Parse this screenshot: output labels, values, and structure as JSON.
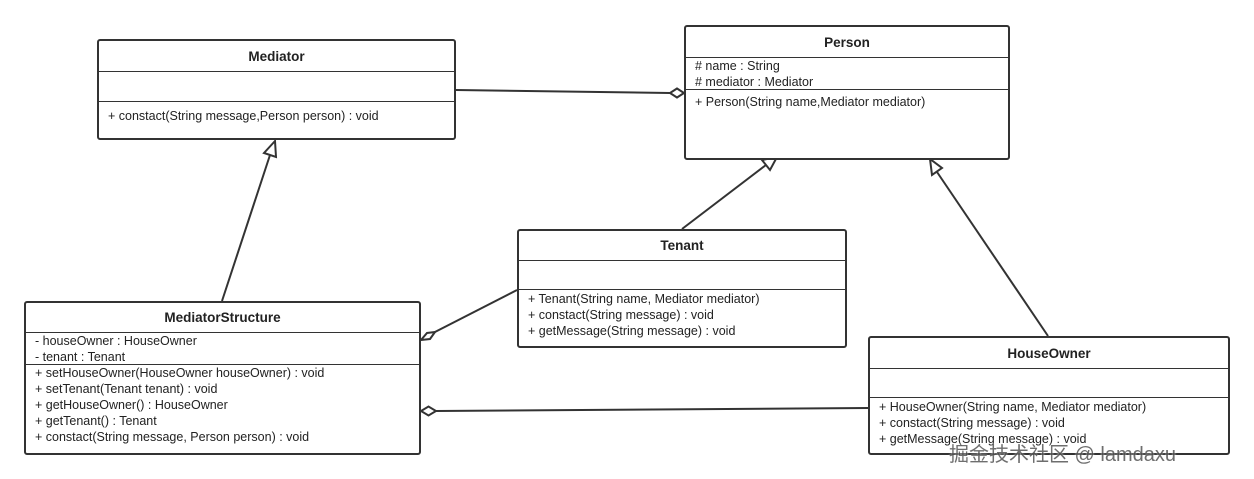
{
  "classes": {
    "mediator": {
      "name": "Mediator",
      "attributes": [],
      "methods": [
        "+ constact(String message,Person person) : void"
      ]
    },
    "person": {
      "name": "Person",
      "attributes": [
        "# name : String",
        "# mediator : Mediator"
      ],
      "methods": [
        "+ Person(String name,Mediator mediator)"
      ]
    },
    "tenant": {
      "name": "Tenant",
      "attributes": [],
      "methods": [
        "+ Tenant(String name, Mediator mediator)",
        "+ constact(String message) : void",
        "+ getMessage(String message) : void"
      ]
    },
    "mediator_structure": {
      "name": "MediatorStructure",
      "attributes": [
        "- houseOwner : HouseOwner",
        "- tenant : Tenant"
      ],
      "methods": [
        "+ setHouseOwner(HouseOwner houseOwner) : void",
        "+ setTenant(Tenant tenant) : void",
        "+ getHouseOwner() : HouseOwner",
        "+ getTenant() : Tenant",
        "+ constact(String message, Person person) : void"
      ]
    },
    "house_owner": {
      "name": "HouseOwner",
      "attributes": [],
      "methods": [
        "+ HouseOwner(String name, Mediator mediator)",
        "+ constact(String message) : void",
        "+ getMessage(String message) : void"
      ]
    }
  },
  "relations": [
    {
      "type": "aggregation",
      "from": "Mediator",
      "to": "Person"
    },
    {
      "type": "generalization",
      "from": "MediatorStructure",
      "to": "Mediator"
    },
    {
      "type": "generalization",
      "from": "Tenant",
      "to": "Person"
    },
    {
      "type": "generalization",
      "from": "HouseOwner",
      "to": "Person"
    },
    {
      "type": "aggregation",
      "from": "Tenant",
      "to": "MediatorStructure"
    },
    {
      "type": "aggregation",
      "from": "HouseOwner",
      "to": "MediatorStructure"
    }
  ],
  "watermark": "掘金技术社区 @ lamdaxu"
}
